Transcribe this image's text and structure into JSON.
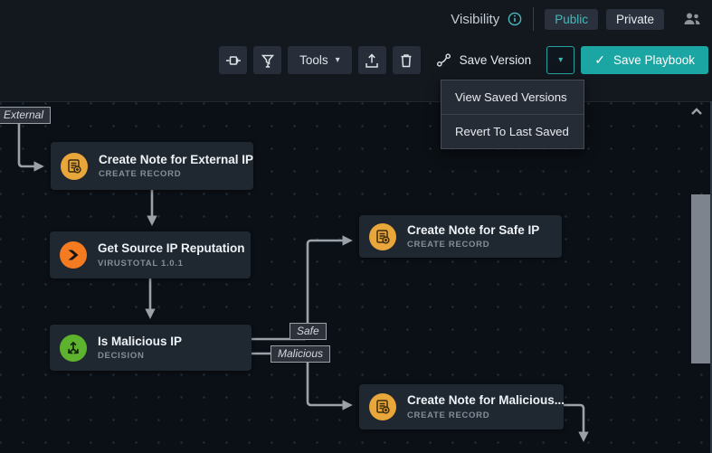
{
  "header": {
    "visibility_label": "Visibility",
    "public_label": "Public",
    "private_label": "Private"
  },
  "toolbar": {
    "tools_label": "Tools",
    "save_version_label": "Save Version",
    "save_playbook_label": "Save Playbook",
    "check_glyph": "✓",
    "caret_glyph": "▾"
  },
  "menu": {
    "items": [
      "View Saved Versions",
      "Revert To Last Saved"
    ]
  },
  "canvas": {
    "start_label": "External",
    "nodes": [
      {
        "title": "Create Note for External IP",
        "subtitle": "CREATE RECORD",
        "icon": "note-add-icon"
      },
      {
        "title": "Get Source IP Reputation",
        "subtitle": "VIRUSTOTAL 1.0.1",
        "icon": "virustotal-icon"
      },
      {
        "title": "Is Malicious IP",
        "subtitle": "DECISION",
        "icon": "decision-icon"
      },
      {
        "title": "Create Note for Safe IP",
        "subtitle": "CREATE RECORD",
        "icon": "note-add-icon"
      },
      {
        "title": "Create Note for Malicious...",
        "subtitle": "CREATE RECORD",
        "icon": "note-add-icon"
      }
    ],
    "edge_labels": [
      "Safe",
      "Malicious"
    ]
  },
  "colors": {
    "accent_teal": "#1ba6a4",
    "teal_text": "#45b9ba",
    "node_amber": "#e9a63a",
    "node_orange": "#f57b20",
    "node_green": "#5db32e",
    "edge_gray": "#9aa1a9",
    "canvas_bg": "#0b1016",
    "node_bg": "#1f2731"
  }
}
